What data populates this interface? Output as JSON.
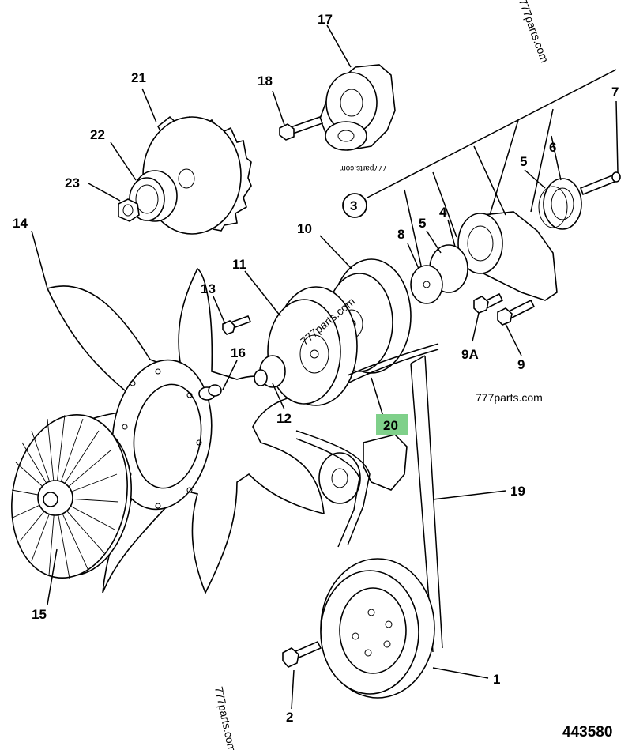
{
  "drawing_number": "443580",
  "watermarks": [
    "777parts.com",
    "777parts.com",
    "777parts.com",
    "777parts.com",
    "777parts.com"
  ],
  "callouts": [
    {
      "id": "c17",
      "label": "17"
    },
    {
      "id": "c18",
      "label": "18"
    },
    {
      "id": "c21",
      "label": "21"
    },
    {
      "id": "c22",
      "label": "22"
    },
    {
      "id": "c23",
      "label": "23"
    },
    {
      "id": "c7",
      "label": "7"
    },
    {
      "id": "c6",
      "label": "6"
    },
    {
      "id": "c5a",
      "label": "5"
    },
    {
      "id": "c3",
      "label": "3"
    },
    {
      "id": "c4",
      "label": "4"
    },
    {
      "id": "c5b",
      "label": "5"
    },
    {
      "id": "c8",
      "label": "8"
    },
    {
      "id": "c10",
      "label": "10"
    },
    {
      "id": "c14",
      "label": "14"
    },
    {
      "id": "c11",
      "label": "11"
    },
    {
      "id": "c13",
      "label": "13"
    },
    {
      "id": "c16",
      "label": "16"
    },
    {
      "id": "c12",
      "label": "12"
    },
    {
      "id": "c9a",
      "label": "9A"
    },
    {
      "id": "c9",
      "label": "9"
    },
    {
      "id": "c20",
      "label": "20"
    },
    {
      "id": "c19",
      "label": "19"
    },
    {
      "id": "c15",
      "label": "15"
    },
    {
      "id": "c1",
      "label": "1"
    },
    {
      "id": "c2",
      "label": "2"
    }
  ],
  "highlight_color": "#7fd08a"
}
